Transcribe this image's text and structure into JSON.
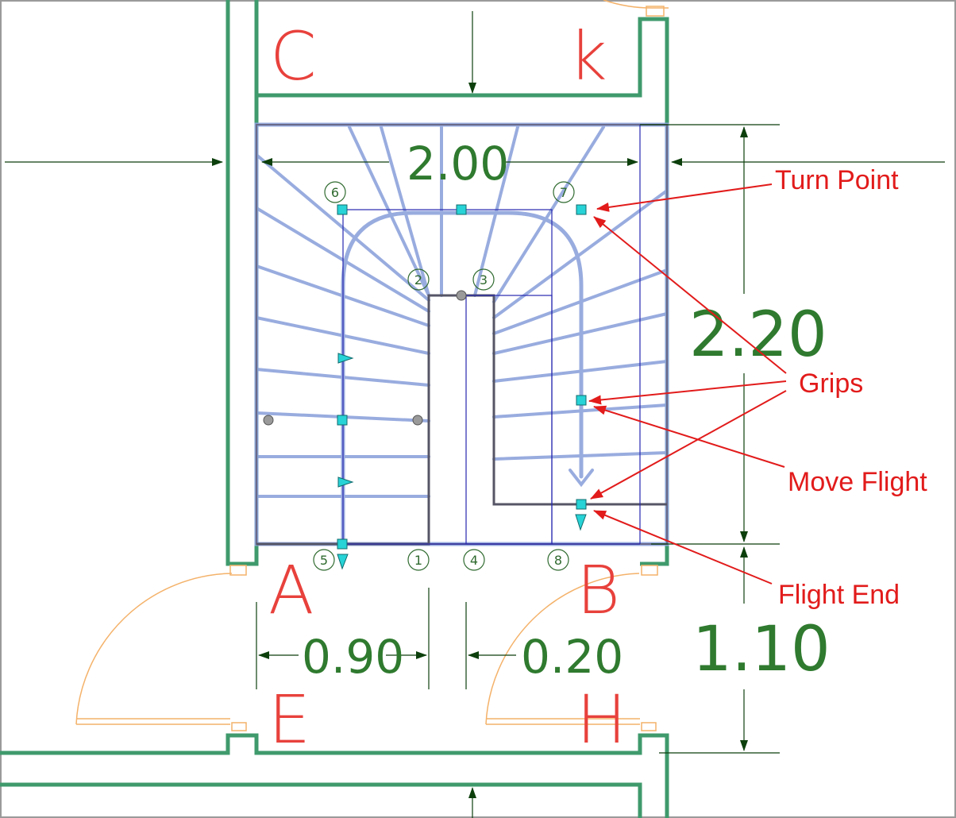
{
  "rooms": [
    "C",
    "k",
    "A",
    "B",
    "E",
    "H"
  ],
  "dimensions": {
    "width_top": "2.00",
    "height_right": "2.20",
    "height_lower": "1.10",
    "left_flight": "0.90",
    "gap": "0.20"
  },
  "grip_numbers": [
    "6",
    "7",
    "2",
    "3",
    "5",
    "1",
    "4",
    "8"
  ],
  "callouts": {
    "turn_point": "Turn Point",
    "grips": "Grips",
    "move_flight": "Move Flight",
    "flight_end": "Flight End"
  },
  "colors": {
    "wall": "#3f9a6c",
    "dimension": "#2f7a2f",
    "room_letter": "#e8413c",
    "callout": "#e21b1b",
    "stair": "#8ea4dc",
    "outline": "#2727b0",
    "grip": "#27d3d6",
    "door": "#f4b26a"
  }
}
